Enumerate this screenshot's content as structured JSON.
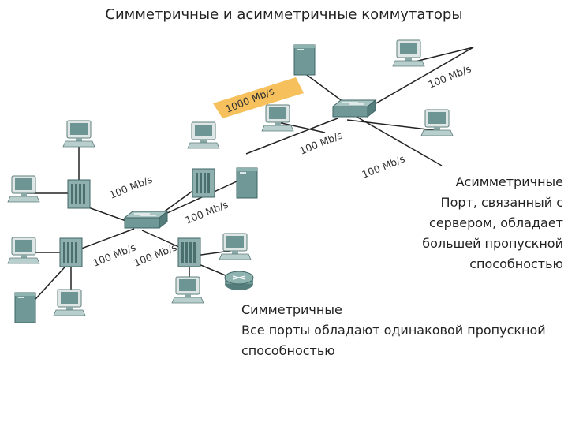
{
  "title": "Симметричные и асимметричные коммутаторы",
  "asymmetric": {
    "heading": "Асимметричные",
    "description": "Порт, связанный с сервером, обладает большей пропускной способностью"
  },
  "symmetric": {
    "heading": "Симметричные",
    "description": "Все порты обладают одинаковой пропускной способностью"
  },
  "link_labels": {
    "gigabit": "1000 Mb/s",
    "fast": "100 Mb/s"
  },
  "colors": {
    "gigabit_highlight": "#f6c15c",
    "device_fill": "#6f9897",
    "line": "#222222"
  },
  "icons": [
    "switch-icon",
    "server-icon",
    "workstation-icon",
    "hub-icon",
    "router-icon"
  ]
}
